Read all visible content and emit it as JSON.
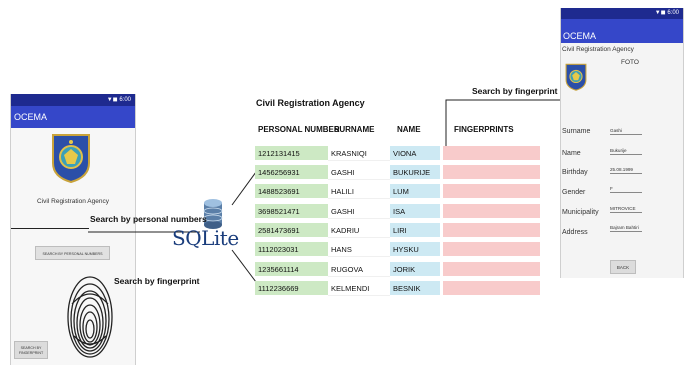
{
  "left_phone": {
    "status": "▼◼ 6:00",
    "app_title": "OCEMA",
    "agency": "Civil Registration Agency",
    "search_personal_button": "SEARCH BY PERSONAL NUMBERS",
    "search_fingerprint_button": [
      "SEARCH BY",
      "FINGERPRINT"
    ]
  },
  "labels": {
    "search_personal": "Search by personal numbers",
    "search_fingerprint_left": "Search by fingerprint",
    "search_fingerprint_right": "Search by fingerprint",
    "sqlite": "SQLite"
  },
  "table": {
    "title": "Civil Registration Agency",
    "headers": [
      "PERSONAL NUMBER",
      "SURNAME",
      "NAME",
      "FINGERPRINTS"
    ],
    "rows": [
      [
        "1212131415",
        "KRASNIQI",
        "VIONA"
      ],
      [
        "1456256931",
        "GASHI",
        "BUKURIJE"
      ],
      [
        "1488523691",
        "HALILI",
        "LUM"
      ],
      [
        "3698521471",
        "GASHI",
        "ISA"
      ],
      [
        "2581473691",
        "KADRIU",
        "LIRI"
      ],
      [
        "1112023031",
        "HANS",
        "HYSKU"
      ],
      [
        "1235661114",
        "RUGOVA",
        "JORIK"
      ],
      [
        "1112236669",
        "KELMENDI",
        "BESNIK"
      ]
    ]
  },
  "right_phone": {
    "status": "▼◼ 6:00",
    "app_title": "OCEMA",
    "agency": "Civil Registration Agency",
    "foto": "FOTO",
    "fields": [
      {
        "label": "Surname",
        "value": "Gashi"
      },
      {
        "label": "Name",
        "value": "Bukurije"
      },
      {
        "label": "Birthday",
        "value": "25.08.1999"
      },
      {
        "label": "Gender",
        "value": "F"
      },
      {
        "label": "Municipality",
        "value": "MITROVICE"
      },
      {
        "label": "Address",
        "value": "Bajram Bahtiri"
      }
    ],
    "back_button": "BACK"
  },
  "colors": {
    "app_bar": "#3547c9",
    "status_bar": "#1e2a8f",
    "personal_number_column": "#cde9c4",
    "name_column": "#cde9f3",
    "fingerprint_column": "#f8cbcb",
    "sqlite_text": "#1a3d7c"
  },
  "icons": [
    "emblem-icon",
    "database-icon",
    "fingerprint-icon"
  ]
}
